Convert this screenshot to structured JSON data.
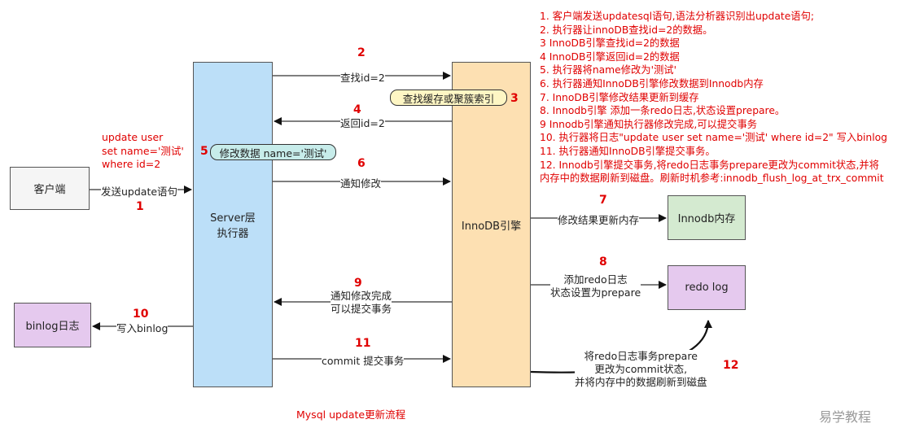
{
  "nodes": {
    "client": "客户端",
    "server_line1": "Server层",
    "server_line2": "执行器",
    "innodb": "InnoDB引擎",
    "innodb_mem": "Innodb内存",
    "redo_log": "redo log",
    "binlog": "binlog日志"
  },
  "sql_note": [
    "update user",
    "set name='测试'",
    "where id=2"
  ],
  "edge_labels": {
    "send_sql": "发送update语句",
    "find": "查找id=2",
    "return": "返回id=2",
    "notify": "通知修改",
    "update_mem": "修改结果更新内存",
    "redo_prepare_1": "添加redo日志",
    "redo_prepare_2": "状态设置为prepare",
    "done_1": "通知修改完成",
    "done_2": "可以提交事务",
    "write_binlog": "写入binlog",
    "commit": "commit 提交事务",
    "redo_commit_1": "将redo日志事务prepare",
    "redo_commit_2": "更改为commit状态,",
    "redo_commit_3": "并将内存中的数据刷新到磁盘"
  },
  "pills": {
    "cache": "查找缓存或聚簇索引",
    "modify": "修改数据 name='测试'"
  },
  "step_numbers": [
    "1",
    "2",
    "3",
    "4",
    "5",
    "6",
    "7",
    "8",
    "9",
    "10",
    "11",
    "12"
  ],
  "steps": [
    "1. 客户端发送updatesql语句,语法分析器识别出update语句;",
    "2. 执行器让innoDB查找id=2的数据。",
    "3  InnoDB引擎查找id=2的数据",
    "4  InnoDB引擎返回id=2的数据",
    "5. 执行器将name修改为'测试'",
    "6. 执行器通知InnoDB引擎修改数据到Innodb内存",
    "7. InnoDB引擎修改结果更新到缓存",
    "8. Innodb引擎 添加一条redo日志,状态设置prepare。",
    "9  Innodb引擎通知执行器修改完成,可以提交事务",
    "10. 执行器将日志\"update user set name='测试' where id=2\" 写入binlog",
    "11. 执行器通知InnoDB引擎提交事务。",
    "12. Innodb引擎提交事务,将redo日志事务prepare更改为commit状态,并将",
    "内存中的数据刷新到磁盘。刷新时机参考:innodb_flush_log_at_trx_commit"
  ],
  "caption": "Mysql update更新流程",
  "watermark": "易学教程",
  "colors": {
    "client": "#f5f5f5",
    "server": "#bcdff8",
    "innodb": "#fde0b2",
    "innodb_mem": "#d4ead0",
    "redo_log": "#e5c9ee",
    "binlog": "#e5c9ee",
    "pill_cache": "#fef6c4",
    "pill_modify": "#c7ecea",
    "step_red": "#e00000"
  }
}
